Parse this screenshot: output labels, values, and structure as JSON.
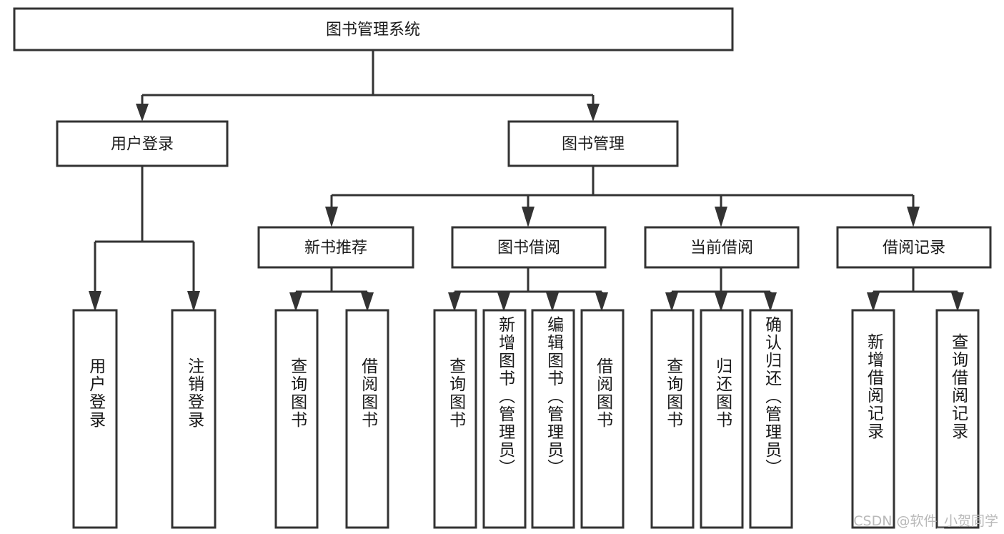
{
  "diagram": {
    "title": "图书管理系统",
    "type": "hierarchy-tree",
    "watermark": "CSDN @软件_小贺同学",
    "colors": {
      "stroke": "#333333",
      "fill": "#ffffff",
      "text": "#1a1a1a",
      "watermark": "#b9b9b9"
    },
    "levels": {
      "root": {
        "label": "图书管理系统"
      },
      "level2": [
        {
          "label": "用户登录"
        },
        {
          "label": "图书管理"
        }
      ],
      "level3": [
        {
          "label": "新书推荐"
        },
        {
          "label": "图书借阅"
        },
        {
          "label": "当前借阅"
        },
        {
          "label": "借阅记录"
        }
      ],
      "leaves": {
        "user_login": [
          {
            "label": "用户登录"
          },
          {
            "label": "注销登录"
          }
        ],
        "new_book_recommend": [
          {
            "label": "查询图书"
          },
          {
            "label": "借阅图书"
          }
        ],
        "book_borrow": [
          {
            "label": "查询图书"
          },
          {
            "label": "新增图书（管理员）"
          },
          {
            "label": "编辑图书（管理员）"
          },
          {
            "label": "借阅图书"
          }
        ],
        "current_borrow": [
          {
            "label": "查询图书"
          },
          {
            "label": "归还图书"
          },
          {
            "label": "确认归还（管理员）"
          }
        ],
        "borrow_record": [
          {
            "label": "新增借阅记录"
          },
          {
            "label": "查询借阅记录"
          }
        ]
      }
    }
  }
}
